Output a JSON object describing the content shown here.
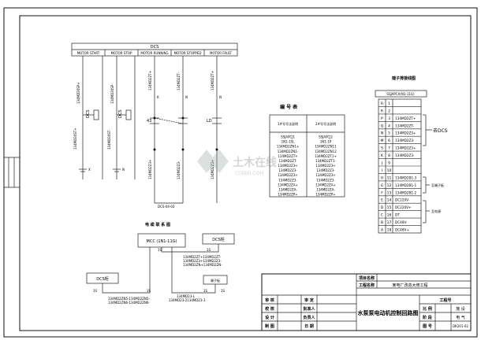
{
  "dcs_header": {
    "title": "DCS",
    "signals": [
      "MOTOR START",
      "MOTOR STOP",
      "MOTOR RUNNING",
      "MOTOR STOPPED",
      "MOTOR FAULT"
    ]
  },
  "circuit": {
    "relay_labels": [
      "DCS",
      "DCS"
    ],
    "left_labels": [
      "134MD30ST+",
      "134MD30ST-"
    ],
    "right_labels": [
      "134MD30SP+",
      "134MD30SP-"
    ],
    "top_labels": [
      "134MD2ZT+",
      "134MD2ZT-",
      "134MD2ZT+"
    ],
    "bottom_labels": [
      "134MD2Z3+",
      "134MD2Z3-",
      "134MD2Z3+"
    ],
    "lamp_labels": [
      "43",
      "LD"
    ],
    "node_labels": [
      "K",
      "N",
      "N"
    ],
    "ground_labels": [
      "X",
      "N"
    ],
    "drawing_ref": "DCS-04-03"
  },
  "number_table": {
    "title": "编 号 表",
    "columns": [
      "1#号号法说明",
      "2#号号法说明"
    ],
    "rows": [
      [
        "SSJAPCJ1",
        "SSJAPCJ2"
      ],
      [
        "1N1-1SL",
        "1N1-1P"
      ],
      [
        "134MD2ZN1+",
        "134MD2ZN11"
      ],
      [
        "134MD2ZN1-",
        "134MD2ZN12"
      ],
      [
        "134MD2ZT+",
        "134MD2ZT1+"
      ],
      [
        "134MD2ZT-",
        "134MD2ZT1-"
      ],
      [
        "134MD2Z3+",
        "134MD2Z3+"
      ],
      [
        "134MD2Z3-",
        "134MD2Z3-"
      ],
      [
        "134MD2Z3+",
        "134MD2Z3+"
      ],
      [
        "134MD2Z3-",
        "134MD2Z3-"
      ],
      [
        "134MD2ZA+",
        "134MD2ZA+"
      ],
      [
        "134MD2ZA-",
        "134MD2ZA-"
      ],
      [
        "134MD2ZP+",
        "134MD2ZP+"
      ]
    ]
  },
  "terminal_table": {
    "title": "端子排接线图",
    "header": "SSJAPCX(N1-11G)",
    "rows": [
      [
        "R",
        "1",
        ""
      ],
      [
        "R",
        "2",
        ""
      ],
      [
        "P",
        "3",
        "134MD2ZT+"
      ],
      [
        "Q",
        "4",
        "134MD2ZT-"
      ],
      [
        "N",
        "5",
        "134MD2Z3+"
      ],
      [
        "M",
        "6",
        "134MD2Z3-"
      ],
      [
        "S",
        "7",
        "134MD2Z3+"
      ],
      [
        "K",
        "8",
        "134MD2Z3-"
      ],
      [
        "J",
        "9",
        ""
      ],
      [
        "I",
        "10",
        ""
      ],
      [
        "H",
        "11",
        "134MD2B1-3"
      ],
      [
        "G",
        "12",
        "134MD2B1-1"
      ],
      [
        "F",
        "13",
        "134MD2B1-2"
      ],
      [
        "E",
        "14",
        "DC220V-"
      ],
      [
        "D",
        "15",
        "DC220V+"
      ],
      [
        "C",
        "16",
        "DT"
      ],
      [
        "B",
        "17",
        "DC48V-"
      ],
      [
        "A",
        "18",
        "DC48V+"
      ]
    ],
    "side_labels": [
      "去DCS",
      "至端子板",
      "至电源"
    ]
  },
  "cable_diagram": {
    "title": "电 缆 联 系 图",
    "mcc_box": "MCC (1N1-11G)",
    "dcs_box_top": "DCS柜",
    "dcs_box_left": "DCS柜",
    "terminal_box": "端子板",
    "labels_a": [
      "134MD2ZT+134MD2ZT-",
      "134MD2Z3+134MD2Z3-",
      "134MD2ZN+134MD2ZN-"
    ],
    "labels_b": [
      "134MD2ZN5-134MD2ZN5-",
      "134MD2ZN6-134MD2ZN6-"
    ],
    "labels_c": [
      "134MD23-L",
      "134MD23-2134MD23-3"
    ],
    "cable_tags": [
      "1S",
      "1S",
      "1S",
      "1S",
      "1S",
      "1S"
    ]
  },
  "title_block": {
    "project_label": "项目名称",
    "project_value": "",
    "work_label": "工程名称",
    "work_value": "某电厂改造大修工程",
    "drawing_title": "水泵泵电动机控制回路图",
    "roles": [
      "审 核",
      "校 核",
      "设 计",
      "制 图"
    ],
    "roles_right": [
      "审 定",
      "批准人",
      "负责人",
      "日 期"
    ],
    "stage_label": "工程号",
    "scale_label": "比 例",
    "scale_value": "施 设",
    "discipline_label": "阶 段",
    "discipline_value": "电 气",
    "figure_no_label": "图 号",
    "figure_no_value": "DK201-02"
  },
  "watermark": {
    "logo_text": "土木在线",
    "domain_text": "COIBEI.COM"
  }
}
